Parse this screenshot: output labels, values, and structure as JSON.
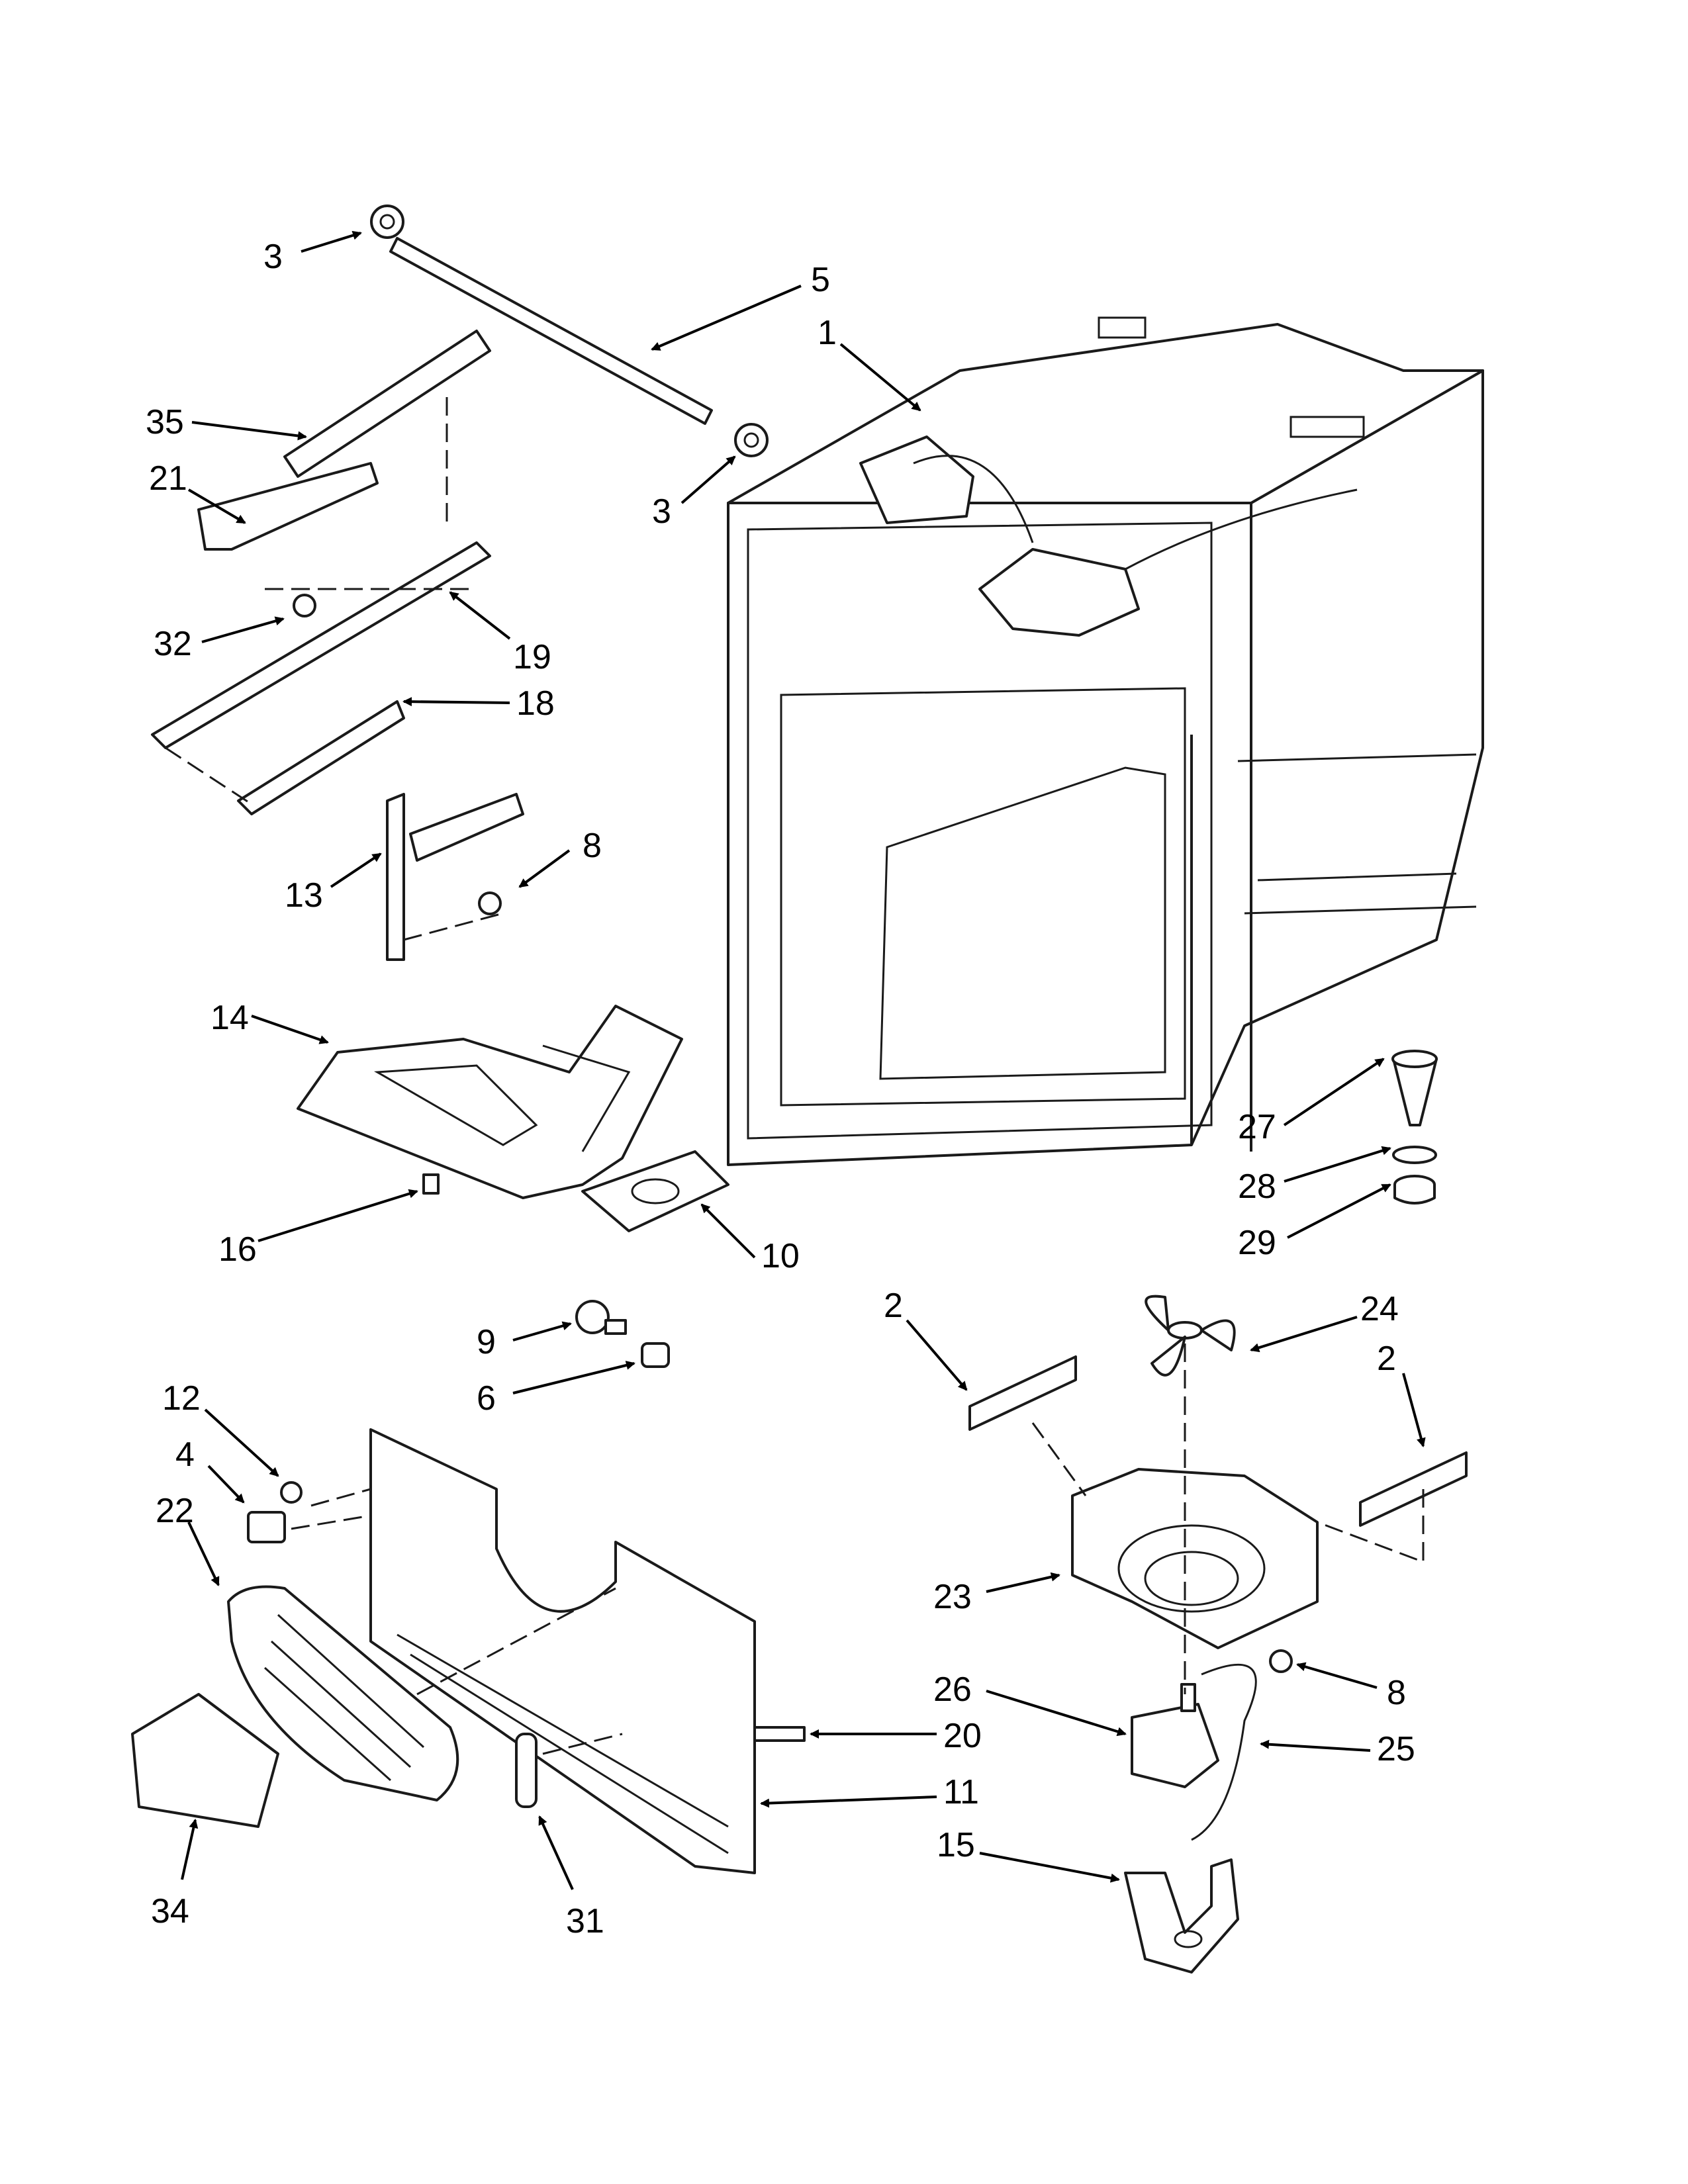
{
  "callouts": [
    {
      "id": "c3a",
      "label": "3"
    },
    {
      "id": "c5",
      "label": "5"
    },
    {
      "id": "c1",
      "label": "1"
    },
    {
      "id": "c35",
      "label": "35"
    },
    {
      "id": "c21",
      "label": "21"
    },
    {
      "id": "c3b",
      "label": "3"
    },
    {
      "id": "c32",
      "label": "32"
    },
    {
      "id": "c19",
      "label": "19"
    },
    {
      "id": "c18",
      "label": "18"
    },
    {
      "id": "c8a",
      "label": "8"
    },
    {
      "id": "c13",
      "label": "13"
    },
    {
      "id": "c14",
      "label": "14"
    },
    {
      "id": "c27",
      "label": "27"
    },
    {
      "id": "c28",
      "label": "28"
    },
    {
      "id": "c29",
      "label": "29"
    },
    {
      "id": "c16",
      "label": "16"
    },
    {
      "id": "c10",
      "label": "10"
    },
    {
      "id": "c2a",
      "label": "2"
    },
    {
      "id": "c24",
      "label": "24"
    },
    {
      "id": "c2b",
      "label": "2"
    },
    {
      "id": "c9",
      "label": "9"
    },
    {
      "id": "c6",
      "label": "6"
    },
    {
      "id": "c12",
      "label": "12"
    },
    {
      "id": "c4",
      "label": "4"
    },
    {
      "id": "c22",
      "label": "22"
    },
    {
      "id": "c23",
      "label": "23"
    },
    {
      "id": "c8b",
      "label": "8"
    },
    {
      "id": "c26",
      "label": "26"
    },
    {
      "id": "c20",
      "label": "20"
    },
    {
      "id": "c25",
      "label": "25"
    },
    {
      "id": "c11",
      "label": "11"
    },
    {
      "id": "c15",
      "label": "15"
    },
    {
      "id": "c34",
      "label": "34"
    },
    {
      "id": "c31",
      "label": "31"
    }
  ]
}
